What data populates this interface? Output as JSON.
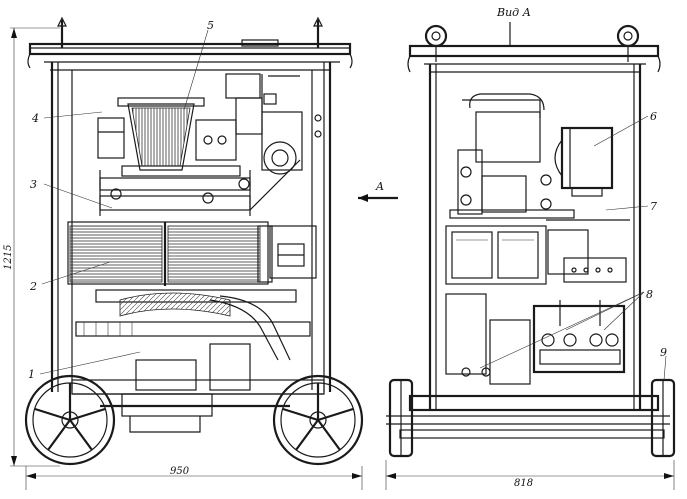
{
  "view_title": "Вид А",
  "arrow_label": "A",
  "callouts": [
    "1",
    "2",
    "3",
    "4",
    "5",
    "6",
    "7",
    "8",
    "9"
  ],
  "dimensions": {
    "height": "1215",
    "front_width": "950",
    "side_width": "818"
  }
}
